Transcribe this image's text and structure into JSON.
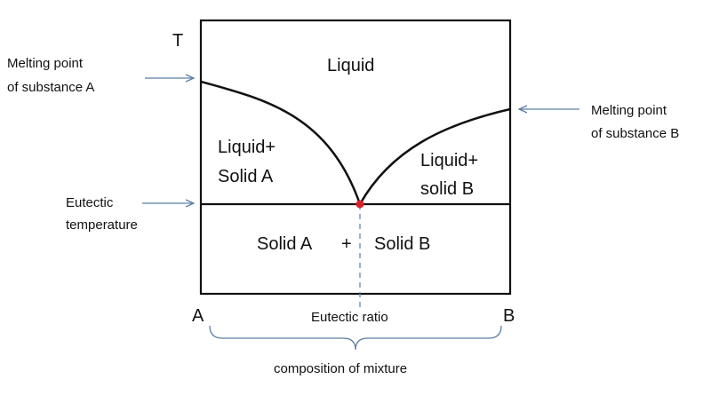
{
  "diagram": {
    "axis_t": "T",
    "axis_a": "A",
    "axis_b": "B",
    "regions": {
      "liquid": "Liquid",
      "liquid_solid_a": [
        "Liquid+",
        "Solid A"
      ],
      "liquid_solid_b": [
        "Liquid+",
        "solid B"
      ],
      "solid_a": "Solid A",
      "plus": "+",
      "solid_b": "Solid B"
    },
    "annotations": {
      "melting_a": [
        "Melting point",
        "of substance A"
      ],
      "melting_b": [
        "Melting point",
        "of substance B"
      ],
      "eutectic_temp": [
        "Eutectic",
        "temperature"
      ],
      "eutectic_ratio": "Eutectic ratio",
      "composition": "composition of mixture"
    },
    "colors": {
      "frame": "#111111",
      "arrow": "#5b7fa3",
      "eutectic_point": "#d9232a",
      "dashed": "#5b7fa3"
    }
  }
}
